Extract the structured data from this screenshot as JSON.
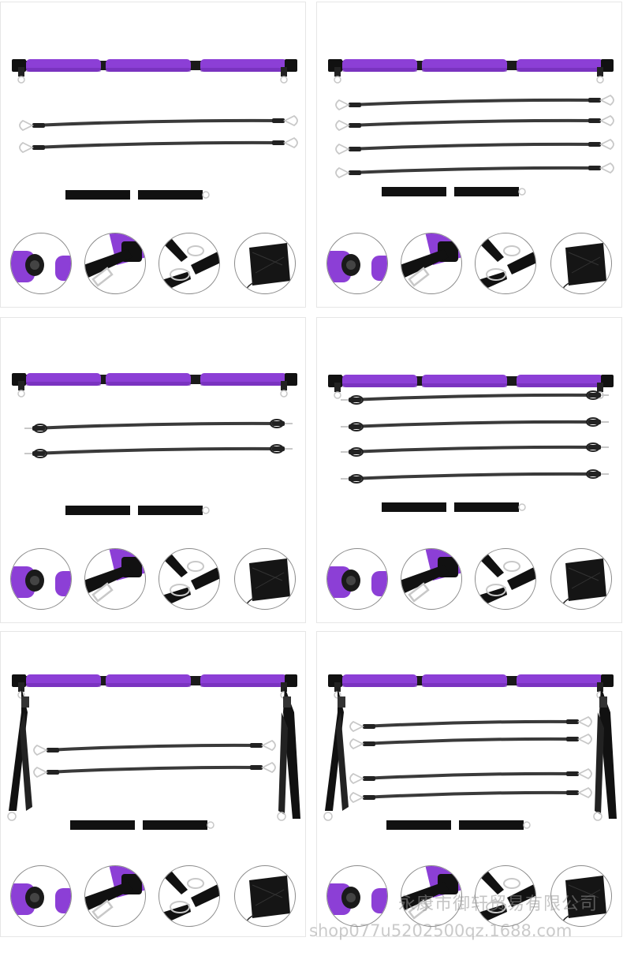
{
  "product": {
    "colors": {
      "foam": "#8c3fd6",
      "foam_shade": "#6e2bb0",
      "band": "#3a3a3a",
      "strap": "#111111",
      "metal": "#c8c8c8"
    }
  },
  "panels": [
    {
      "name": "panel-2-bands",
      "band_count": 2,
      "band_style": "straight-hook",
      "door_straps": false
    },
    {
      "name": "panel-4-bands",
      "band_count": 4,
      "band_style": "straight-hook",
      "door_straps": false
    },
    {
      "name": "panel-2-bands-loop",
      "band_count": 2,
      "band_style": "loop-clip",
      "door_straps": false
    },
    {
      "name": "panel-4-bands-loop",
      "band_count": 4,
      "band_style": "loop-clip",
      "door_straps": false
    },
    {
      "name": "panel-2-bands-straps",
      "band_count": 2,
      "band_style": "straight-hook",
      "door_straps": true
    },
    {
      "name": "panel-4-bands-straps",
      "band_count": 4,
      "band_style": "straight-hook",
      "door_straps": true
    }
  ],
  "details": [
    "threaded-end-detail",
    "bar-clip-detail",
    "carabiner-detail",
    "storage-bag-detail"
  ],
  "watermark": {
    "company": "永康市御轩贸易有限公司",
    "url": "shop077u5202500qz.1688.com"
  }
}
